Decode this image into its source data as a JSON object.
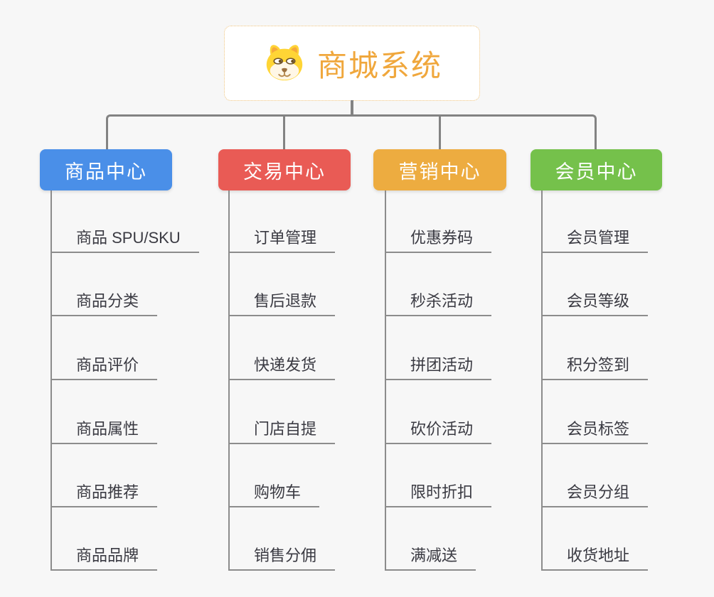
{
  "root": {
    "title": "商城系统",
    "icon": "dog-mascot-icon",
    "title_color": "#f0a73c",
    "border_color": "#efc37c"
  },
  "branches": [
    {
      "label": "商品中心",
      "color": "#4a8fe8",
      "children": [
        "商品 SPU/SKU",
        "商品分类",
        "商品评价",
        "商品属性",
        "商品推荐",
        "商品品牌"
      ]
    },
    {
      "label": "交易中心",
      "color": "#e95b55",
      "children": [
        "订单管理",
        "售后退款",
        "快递发货",
        "门店自提",
        "购物车",
        "销售分佣"
      ]
    },
    {
      "label": "营销中心",
      "color": "#edac40",
      "children": [
        "优惠券码",
        "秒杀活动",
        "拼团活动",
        "砍价活动",
        "限时折扣",
        "满减送"
      ]
    },
    {
      "label": "会员中心",
      "color": "#75c14b",
      "children": [
        "会员管理",
        "会员等级",
        "积分签到",
        "会员标签",
        "会员分组",
        "收货地址"
      ]
    }
  ],
  "connector_color": "#838383",
  "background_color": "#f7f7f7"
}
